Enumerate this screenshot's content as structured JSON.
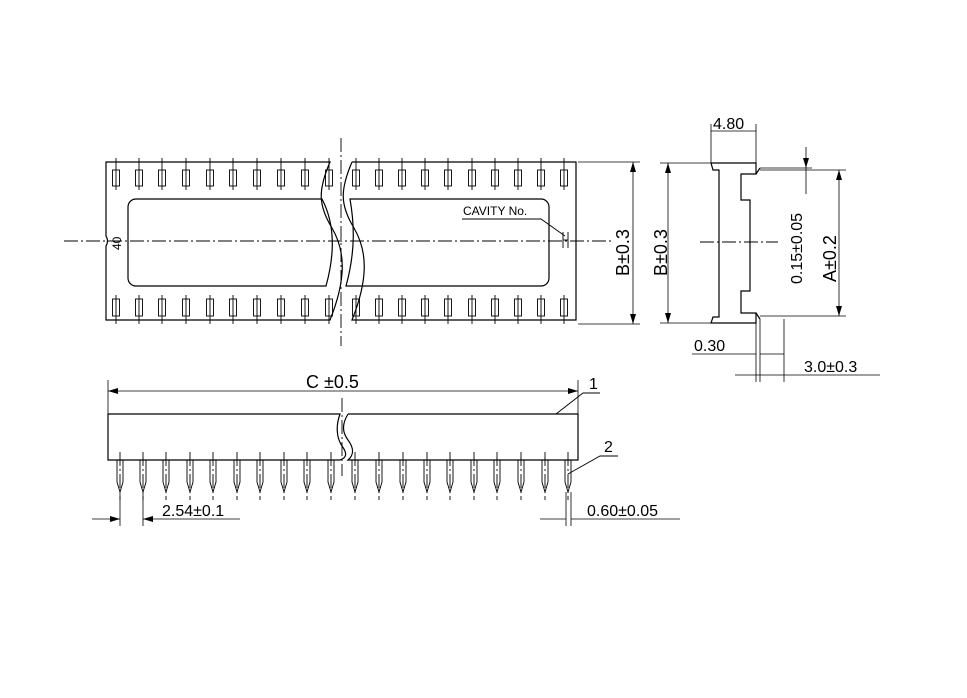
{
  "labels": {
    "cavity": "CAVITY  No.",
    "pin_number": "40",
    "width_top": "B±0.3",
    "width_side": "B±0.3",
    "top_dim": "4.80",
    "lead_offset": "0.15±0.05",
    "height": "A±0.2",
    "wall": "0.30",
    "lead_len": "3.0±0.3",
    "length": "C ±0.5",
    "pitch": "2.54±0.1",
    "lead_width": "0.60±0.05",
    "callout_1": "1",
    "callout_2": "2"
  },
  "colors": {
    "ink": "#000000",
    "paper": "#ffffff"
  }
}
